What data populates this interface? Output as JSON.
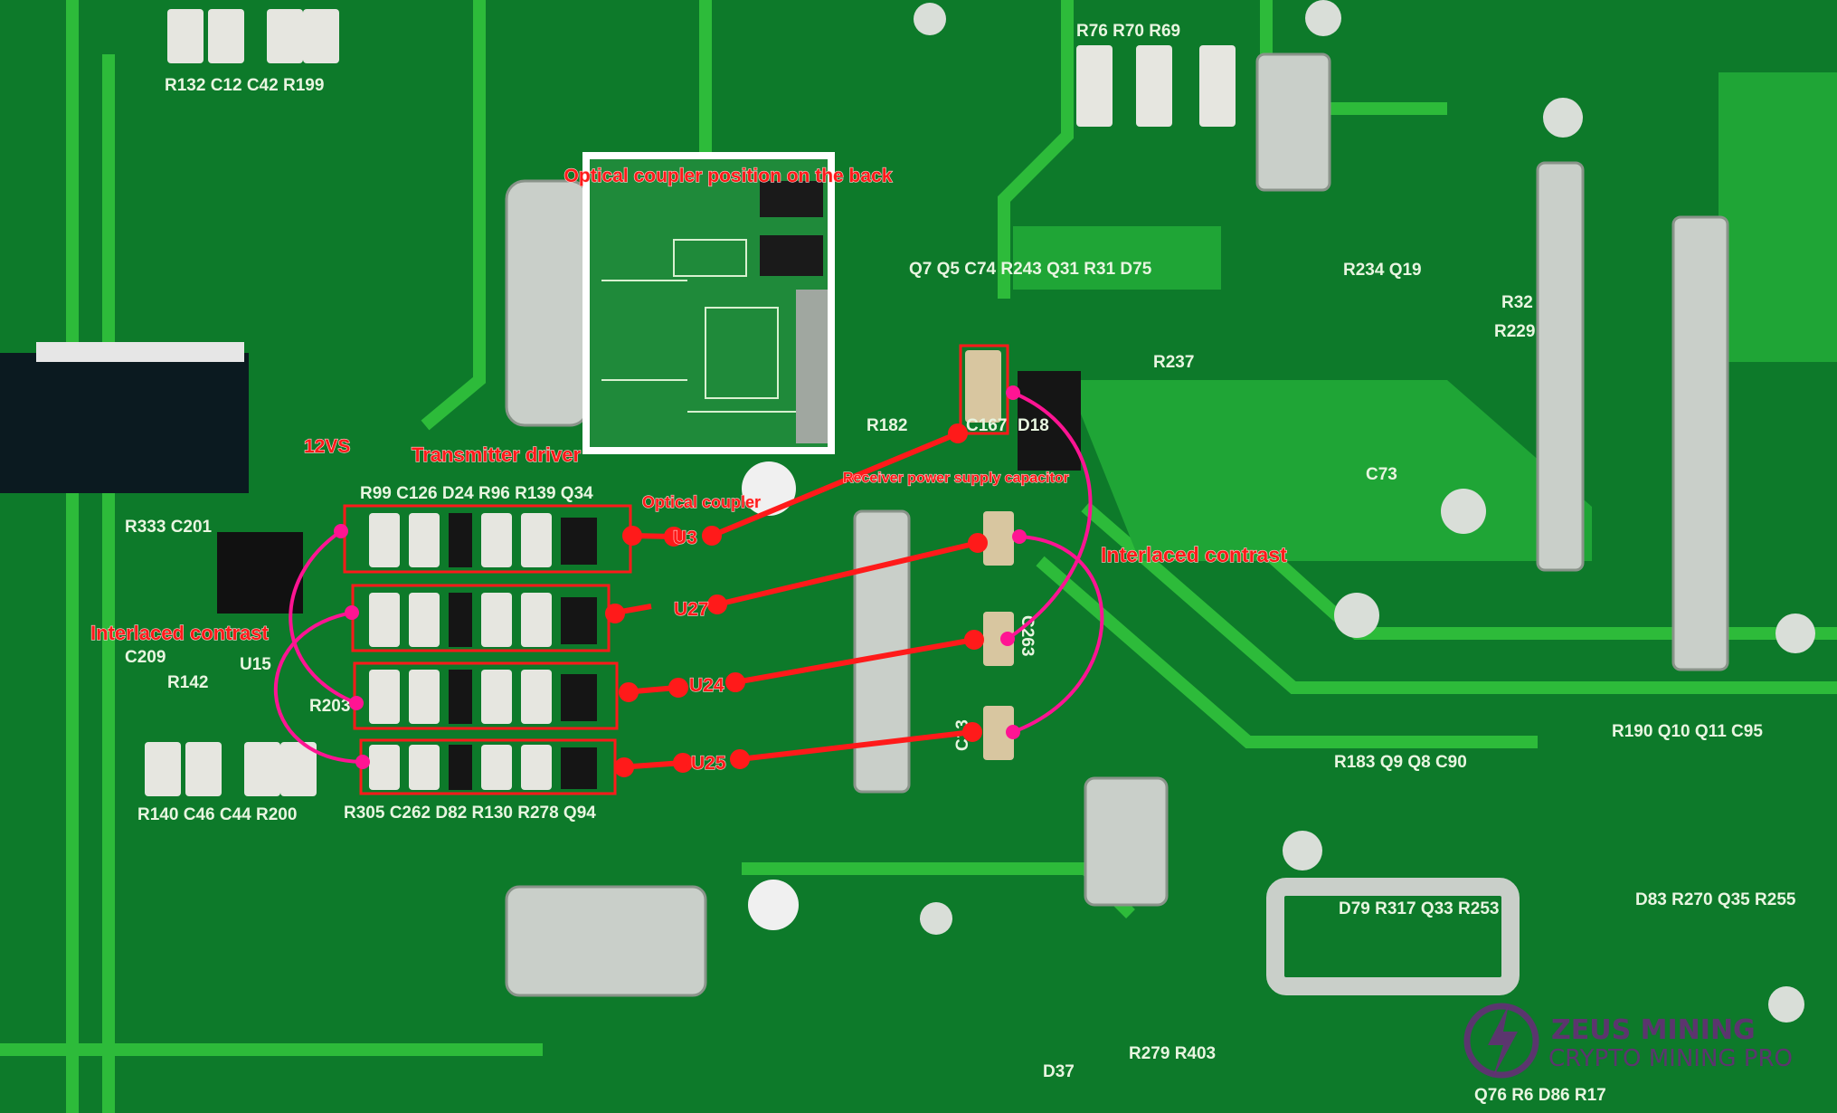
{
  "annotations": {
    "inset_title": "Optical coupler position on the back",
    "label_12vs": "12VS",
    "transmitter_driver": "Transmitter driver",
    "optical_coupler": "Optical coupler",
    "receiver_capacitor": "Receiver power supply capacitor",
    "interlaced_contrast_right": "Interlaced contrast",
    "interlaced_contrast_left": "Interlaced contrast",
    "couplers": [
      "U3",
      "U27",
      "U24",
      "U25"
    ],
    "capacitor_c167": "C167"
  },
  "silkscreen": {
    "top_left": "R132 C12  C42  R199",
    "row_top": "R99 C126 D24 R96 R139 Q34",
    "row_bottom": "R305 C262 D82 R130 R278 Q94",
    "left_group": "R333 C201",
    "left_bottom": "R140 C46 C44 R200",
    "top_right_a": "R76  R70  R69",
    "top_mid": "Q7   Q5   C74 R243 Q31  R31 D75",
    "r182": "R182",
    "d18": "D18",
    "r237": "R237",
    "r234": "R234 Q19",
    "r32": "R32",
    "r229": "R229",
    "c73": "C73",
    "bottom_right_a": "R183   Q9   Q8   C90",
    "bottom_right_b": "R190  Q10  Q11 C95",
    "bottom_right_c": "D79  R317  Q33  R253",
    "bottom_right_d": "D83   R270  Q35  R255",
    "bottom_mid": "R279 R403",
    "d37": "D37",
    "bottom_small": "Q76  R6  D86  R17",
    "cap_c13": "C13",
    "cap_c263": "C263",
    "u15": "U15",
    "c209": "C209",
    "r142": "R142",
    "r203": "R203"
  },
  "watermark": {
    "brand": "ZEUS MINING",
    "tagline": "CRYPTO MINING PRO"
  },
  "colors": {
    "board": "#0e7a2a",
    "trace": "#2fbf3c",
    "annotation_red": "#ff1a1a",
    "link_pink": "#ff1493",
    "logo_purple": "#6a2a7a"
  }
}
